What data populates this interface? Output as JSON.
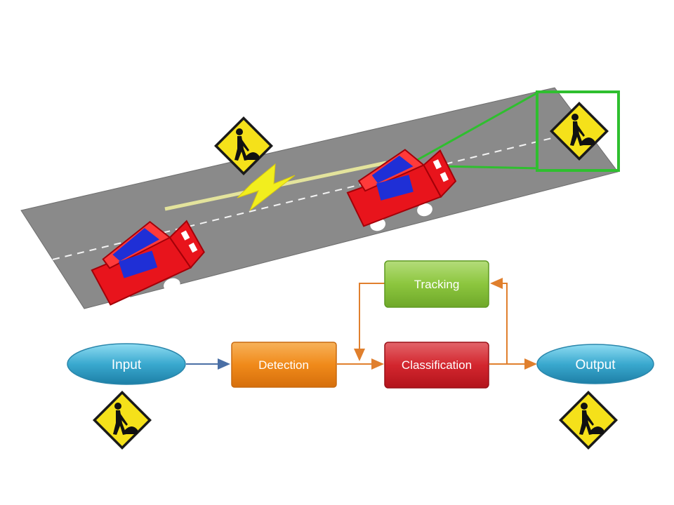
{
  "flow": {
    "input_label": "Input",
    "detection_label": "Detection",
    "tracking_label": "Tracking",
    "classification_label": "Classification",
    "output_label": "Output"
  },
  "colors": {
    "road": "#8a8a8a",
    "car_red": "#e8141c",
    "car_blue": "#1f2fd6",
    "sign_yellow": "#f5e11a",
    "highlight_green": "#2fbf2f",
    "ellipse_blue": "#3aa9cf",
    "detection_orange": "#f08a1a",
    "tracking_green": "#8cc63e",
    "classification_red": "#d3262e",
    "arrow_orange": "#e07f2d",
    "arrow_blue": "#4a6fa5"
  },
  "icons": {
    "road_sign": "construction-worker-sign-icon",
    "lightning": "lightning-bolt-icon"
  }
}
